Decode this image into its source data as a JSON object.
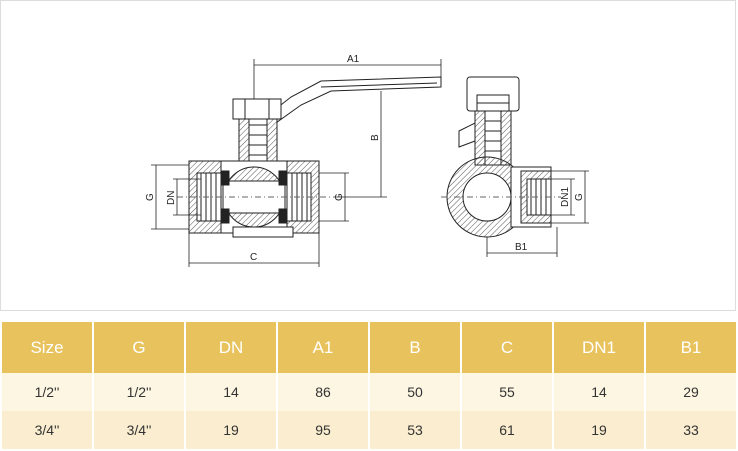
{
  "drawing": {
    "labels": {
      "a1": "A1",
      "b": "B",
      "c": "C",
      "g_left": "G",
      "dn": "DN",
      "g_right": "G",
      "dn1": "DN1",
      "g_side": "G",
      "b1": "B1"
    }
  },
  "table": {
    "headers": [
      "Size",
      "G",
      "DN",
      "A1",
      "B",
      "C",
      "DN1",
      "B1"
    ],
    "rows": [
      [
        "1/2''",
        "1/2''",
        "14",
        "86",
        "50",
        "55",
        "14",
        "29"
      ],
      [
        "3/4''",
        "3/4''",
        "19",
        "95",
        "53",
        "61",
        "19",
        "33"
      ]
    ]
  },
  "colors": {
    "header_bg": "#e8c25c",
    "header_text": "#ffffff",
    "row_odd_bg": "#fdf6e2",
    "row_even_bg": "#fbeed0"
  }
}
